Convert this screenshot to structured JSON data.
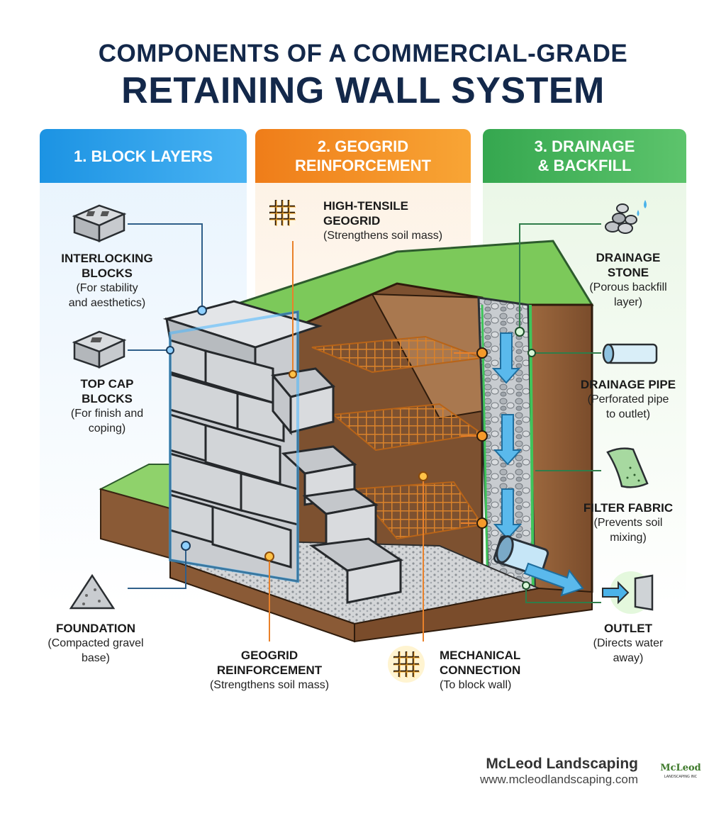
{
  "title": {
    "line1": "COMPONENTS OF A COMMERCIAL-GRADE",
    "line2": "RETAINING WALL SYSTEM"
  },
  "sections": [
    {
      "label": "1. BLOCK LAYERS",
      "color": "#1c93e3"
    },
    {
      "label": "2. GEOGRID REINFORCEMENT",
      "color": "#ef7d19"
    },
    {
      "label_line1": "3. DRAINAGE",
      "label_line2": "& BACKFILL",
      "color": "#35a74f"
    }
  ],
  "components": {
    "interlocking": {
      "name_line1": "INTERLOCKING",
      "name_line2": "BLOCKS",
      "desc_line1": "(For stability",
      "desc_line2": "and aesthetics)",
      "icon": "block-icon"
    },
    "top_cap": {
      "name_line1": "TOP CAP",
      "name_line2": "BLOCKS",
      "desc_line1": "(For finish and",
      "desc_line2": "coping)",
      "icon": "block-icon"
    },
    "foundation": {
      "name": "FOUNDATION",
      "desc_line1": "(Compacted gravel",
      "desc_line2": "base)",
      "icon": "gravel-pile-icon"
    },
    "high_tensile": {
      "name_line1": "HIGH-TENSILE",
      "name_line2": "GEOGRID",
      "desc": "(Strengthens soil mass)",
      "icon": "grid-icon"
    },
    "geogrid_bottom": {
      "name_line1": "GEOGRID",
      "name_line2": "REINFORCEMENT",
      "desc": "(Strengthens soil mass)"
    },
    "mechanical": {
      "name_line1": "MECHANICAL",
      "name_line2": "CONNECTION",
      "desc": "(To block wall)",
      "icon": "grid-icon"
    },
    "drainage_stone": {
      "name_line1": "DRAINAGE",
      "name_line2": "STONE",
      "desc_line1": "(Porous backfill",
      "desc_line2": "layer)",
      "icon": "stones-icon"
    },
    "drainage_pipe": {
      "name": "DRAINAGE PIPE",
      "desc_line1": "(Perforated pipe",
      "desc_line2": "to outlet)",
      "icon": "pipe-icon"
    },
    "filter_fabric": {
      "name": "FILTER FABRIC",
      "desc_line1": "(Prevents soil",
      "desc_line2": "mixing)",
      "icon": "fabric-icon"
    },
    "outlet": {
      "name": "OUTLET",
      "desc_line1": "(Directs water",
      "desc_line2": "away)",
      "icon": "outlet-icon"
    }
  },
  "brand": {
    "name": "McLeod Landscaping",
    "url": "www.mcleodlandscaping.com",
    "logo_text": "McLeod",
    "logo_sub": "LANDSCAPING INC"
  },
  "colors": {
    "navy": "#13284a",
    "blue": "#1c93e3",
    "orange": "#ef7d19",
    "green": "#35a74f",
    "soil": "#8a5a36",
    "block": "#c9ccd0"
  }
}
